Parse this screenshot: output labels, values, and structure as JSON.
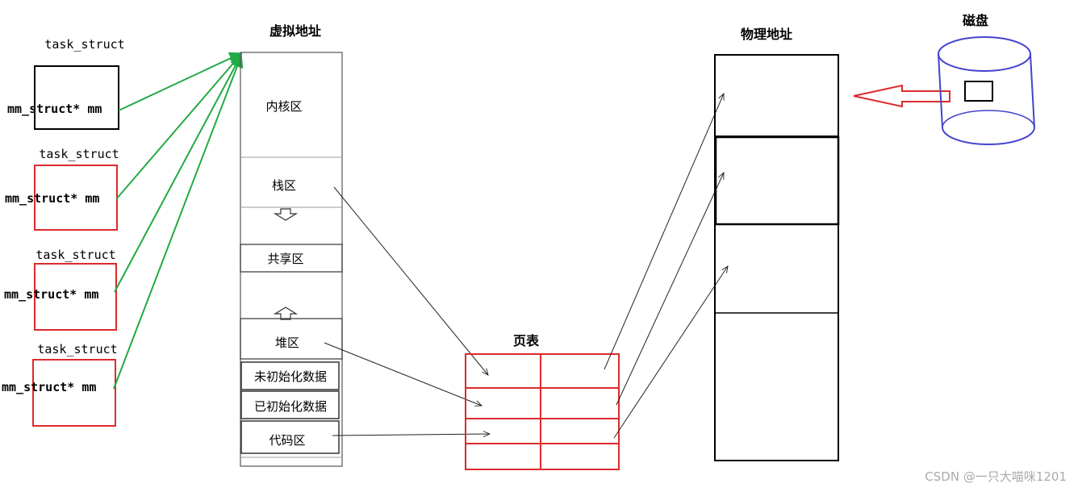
{
  "processes": [
    {
      "name": "task_struct",
      "field": "mm_struct* mm"
    },
    {
      "name": "task_struct",
      "field": "mm_struct* mm"
    },
    {
      "name": "task_struct",
      "field": "mm_struct* mm"
    },
    {
      "name": "task_struct",
      "field": "mm_struct* mm"
    }
  ],
  "virtual": {
    "title": "虚拟地址",
    "kernel": "内核区",
    "stack": "栈区",
    "shared": "共享区",
    "heap": "堆区",
    "bss": "未初始化数据",
    "data": "已初始化数据",
    "code": "代码区"
  },
  "page_table": {
    "title": "页表"
  },
  "physical": {
    "title": "物理地址"
  },
  "disk": {
    "title": "磁盘"
  },
  "watermark": "CSDN @一只大喵咪1201",
  "colors": {
    "black": "#000000",
    "red": "#dd2a2a",
    "green": "#22aa44",
    "blue": "#4444cc",
    "gray": "#555555"
  }
}
